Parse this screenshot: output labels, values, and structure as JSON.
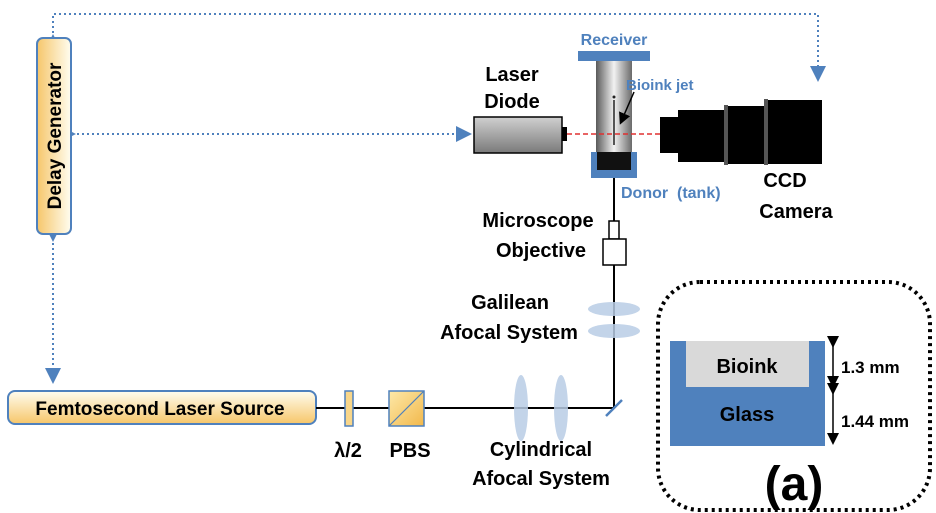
{
  "labels": {
    "delay_generator": "Delay Generator",
    "laser_source": "Femtosecond Laser Source",
    "laser_diode_line1": "Laser",
    "laser_diode_line2": "Diode",
    "receiver": "Receiver",
    "bioink_jet": "Bioink jet",
    "donor": "Donor  (tank)",
    "ccd_line1": "CCD",
    "ccd_line2": "Camera",
    "microscope_line1": "Microscope",
    "microscope_line2": "Objective",
    "galilean_line1": "Galilean",
    "galilean_line2": "Afocal System",
    "half_wave": "λ/2",
    "pbs": "PBS",
    "cylindrical_line1": "Cylindrical",
    "cylindrical_line2": "Afocal System"
  },
  "inset": {
    "bioink": "Bioink",
    "glass": "Glass",
    "bioink_thickness": "1.3 mm",
    "glass_thickness": "1.44 mm",
    "panel": "(a)"
  },
  "colors": {
    "accent_blue": "#4f81bd",
    "dotted_link": "#4f81bd",
    "source_gradient_top": "#fffdf0",
    "source_gradient_bottom": "#f6c66a",
    "beam": "#000000",
    "diode_beam": "#e03030",
    "lens": "#b9cde5",
    "bioink_fill": "#d9d9d9",
    "label_blue": "#4f81bd"
  }
}
